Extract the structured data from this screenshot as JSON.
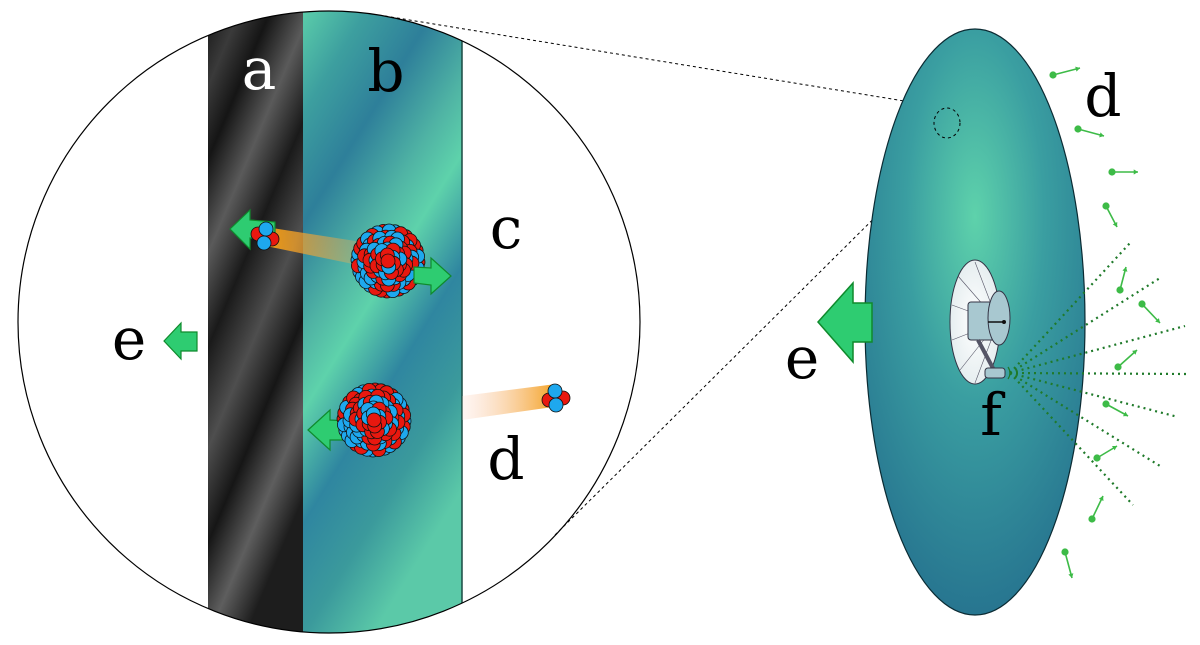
{
  "labels": {
    "a": "a",
    "b": "b",
    "c": "c",
    "d_detail": "d",
    "e_detail": "e",
    "d_sail": "d",
    "e_sail": "e",
    "f": "f"
  },
  "colors": {
    "film_a_dark": "#151515",
    "film_a_light": "#5e5e5e",
    "film_b_teal": "#2e7f9a",
    "film_b_mint": "#5ed2ab",
    "arrow_green": "#2ecc71",
    "arrow_green_stroke": "#0f8a2c",
    "proton_red": "#e8180f",
    "neutron_blue": "#1ea8ee",
    "alpha_beam_orange": "#f39c12",
    "particle_green": "#3dbb47",
    "ray_green": "#1f7a2a",
    "spacecraft_grey": "#a8c8d0"
  },
  "icons": {
    "heavy_nucleus": "heavy-nucleus-icon",
    "alpha_particle": "alpha-particle-icon",
    "thrust_arrow": "thrust-arrow-icon",
    "spacecraft": "spacecraft-icon"
  }
}
